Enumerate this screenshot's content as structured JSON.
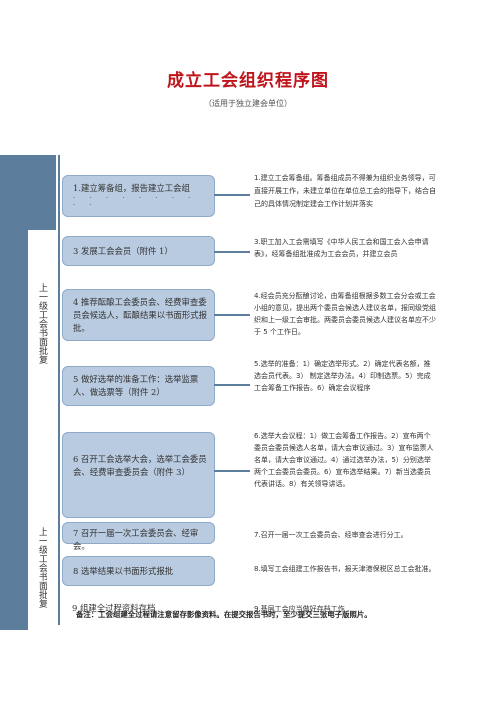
{
  "header": {
    "title": "成立工会组织程序图",
    "subtitle": "（适用于独立建会单位）"
  },
  "side_labels": [
    "上一级工会书面批复",
    "上一级工会书面批复"
  ],
  "steps": [
    {
      "label": "1.建立筹备组，报告建立工会组"
    },
    {
      "label": "3 发展工会会员（附件 1）"
    },
    {
      "label": "4 推荐酝酿工会委员会、经费审查委员会候选人，酝酿结果以书面形式报批。"
    },
    {
      "label": "5 做好选举的准备工作：选举监票人、做选票等（附件 2）"
    },
    {
      "label": "6 召开工会选举大会，选举工会委员会、经费审查委员会（附件 3）"
    },
    {
      "label": "7 召开一届一次工会委员会、经审会。"
    },
    {
      "label": "8 选举结果以书面形式报批"
    },
    {
      "label": "9 组建全过程资料存档"
    }
  ],
  "descriptions": [
    {
      "text": "1.建立工会筹备组。筹备组成员不得兼为组织业务领导，可直接开展工作，未建立单位在单位总工会的指导下，结合自己的具体情况制定建会工作计划并落实"
    },
    {
      "text": "3.职工加入工会需填写《中华人民工会和国工会入会申请表》，经筹备组批准成为工会会员，并建立会员"
    },
    {
      "text": "4.经会员充分酝酿讨论，由筹备组根据多数工会分会或工会小组的意见，提出两个委员会候选人建议名单，报同级党组织和上一级工会审批。两委员会委员候选人建议名单应不少于 5 个工作日。"
    },
    {
      "text": "5.选举的准备：1）确定选举形式。2）确定代表名额，推选会员代表。3） 制定选举办法。4）印制选票。5）完成工会筹备工作报告。6）确定会议程序"
    },
    {
      "text": "6.选举大会议程：1）做工会筹备工作报告。2）宣布两个委员会委员候选人名单，请大会审议通过。3）宣布监票人名单，请大会审议通过。4）通过选举办法，5）分别选举两个工会委员会委员。6）宣布选举结果。7）新当选委员代表讲话。8）有关领导讲话。"
    },
    {
      "text": "7.召开一届一次工会委员会、经审查会进行分工。"
    },
    {
      "text": "8.填写工会组建工作报告书，报天津港保税区总工会批准。"
    },
    {
      "text": "9.基层工会应当做好存档工作"
    }
  ],
  "footer": {
    "note": "备注：工会组建全过程请注意留存影像资料。在提交报告书时，至少提交三张电子版照片。"
  },
  "colors": {
    "title": "#c0141c",
    "bar": "#5c7d9c",
    "box_fill": "#b9cbe0"
  }
}
